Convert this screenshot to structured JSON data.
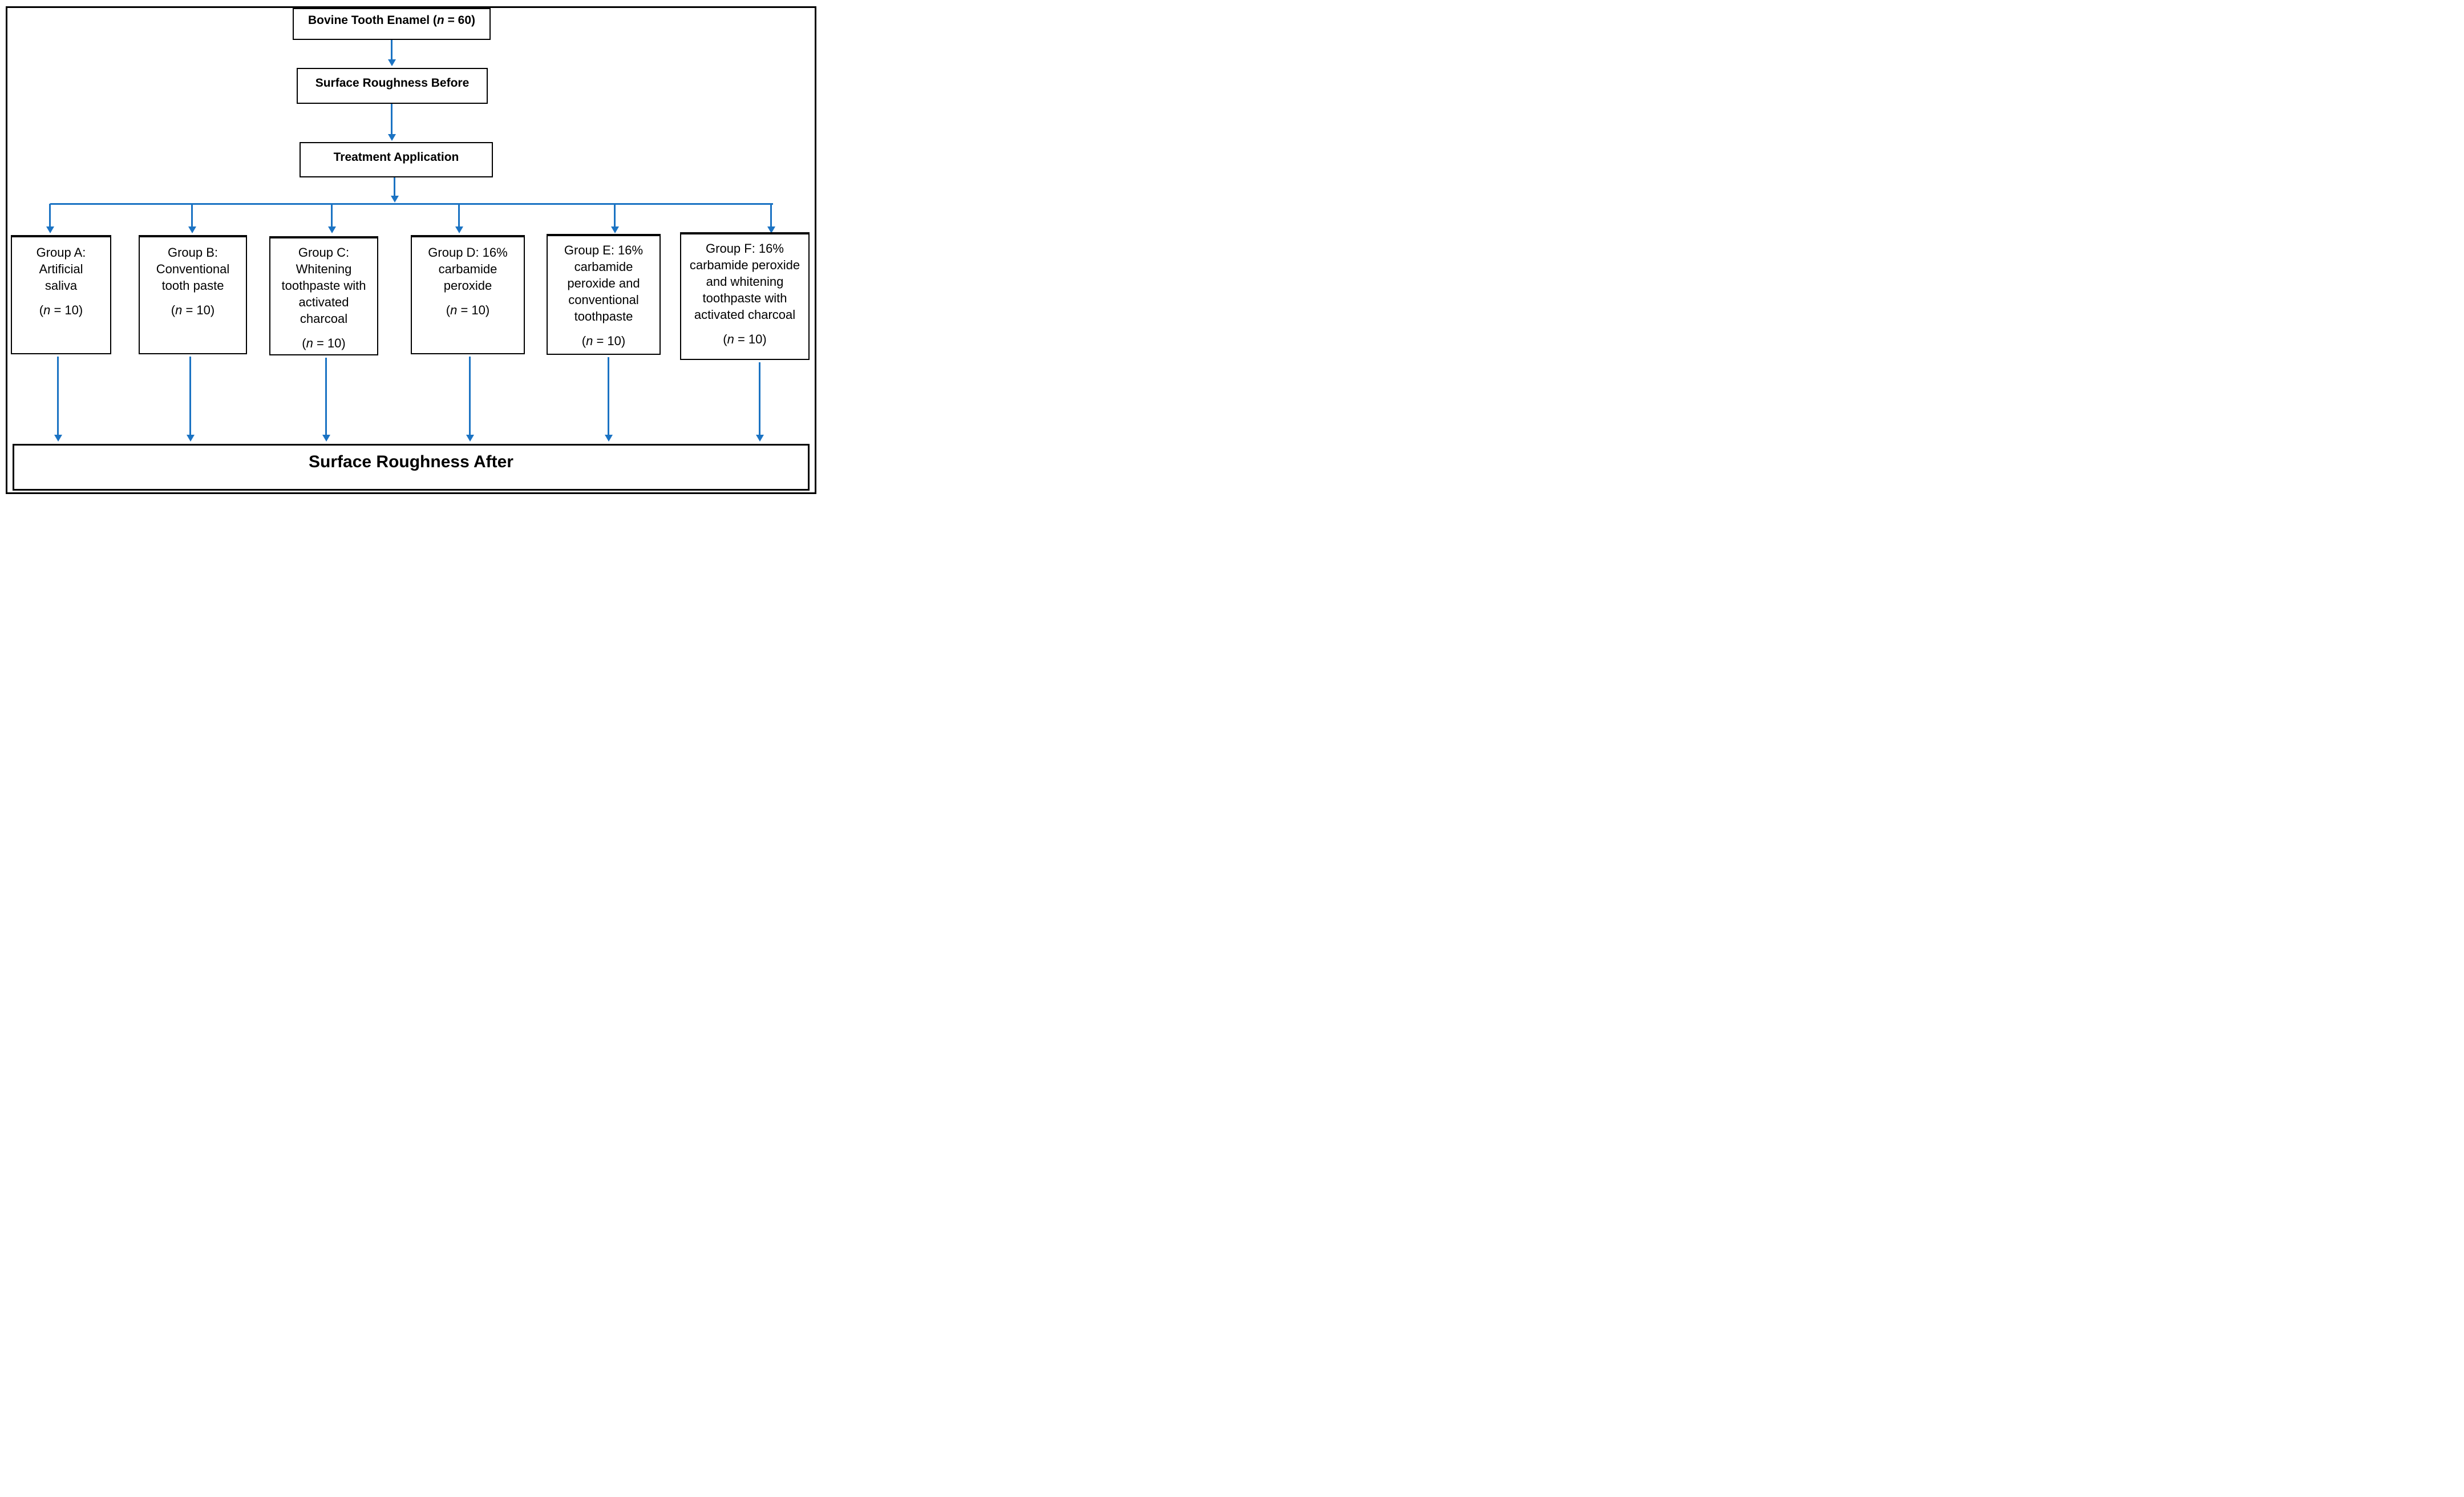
{
  "figure": {
    "type": "flowchart",
    "boxes": {
      "enamel": {
        "pre": "Bovine Tooth Enamel (",
        "n": "n",
        "post": " = 60)"
      },
      "roughness_before": {
        "label": "Surface Roughness Before"
      },
      "treatment": {
        "label": "Treatment Application"
      },
      "roughness_after": {
        "label": "Surface Roughness After"
      }
    },
    "groups": [
      {
        "id": "A",
        "title": "Group A:\nArtificial\nsaliva",
        "n_pre": "(",
        "n": "n",
        "n_post": " = 10)"
      },
      {
        "id": "B",
        "title": "Group B:\nConventional\ntooth paste",
        "n_pre": "(",
        "n": "n",
        "n_post": " = 10)"
      },
      {
        "id": "C",
        "title": "Group C:\nWhitening\ntoothpaste with\nactivated\ncharcoal",
        "n_pre": "(",
        "n": "n",
        "n_post": " = 10)"
      },
      {
        "id": "D",
        "title": "Group D: 16%\ncarbamide\nperoxide",
        "n_pre": "(",
        "n": "n",
        "n_post": " = 10)"
      },
      {
        "id": "E",
        "title": "Group E: 16%\ncarbamide\nperoxide and\nconventional\ntoothpaste",
        "n_pre": "(",
        "n": "n",
        "n_post": " = 10)"
      },
      {
        "id": "F",
        "title": "Group F: 16%\ncarbamide peroxide\nand whitening\ntoothpaste with\nactivated charcoal",
        "n_pre": "(",
        "n": "n",
        "n_post": " = 10)"
      }
    ],
    "colors": {
      "arrow_blue": "#1B73C3",
      "line_black": "#000000"
    }
  }
}
